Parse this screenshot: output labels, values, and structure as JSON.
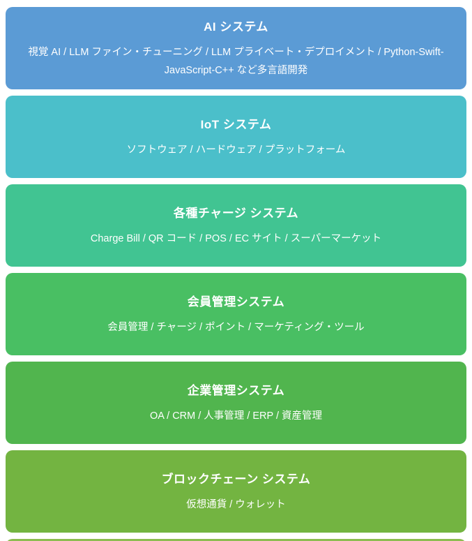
{
  "page": {
    "background": "#ffffff",
    "text_color": "#ffffff"
  },
  "cards": [
    {
      "id": "ai-system",
      "title": "AI システム",
      "subtitle": "視覚 AI / LLM ファイン・チューニング / LLM プライベート・デプロイメント / Python-Swift-JavaScript-C++ など多言語開発",
      "color": "#5B9BD5"
    },
    {
      "id": "iot-system",
      "title": "IoT システム",
      "subtitle": "ソフトウェア / ハードウェア / プラットフォーム",
      "color": "#4BBFCA"
    },
    {
      "id": "charge-system",
      "title": "各種チャージ システム",
      "subtitle": "Charge Bill / QR コード / POS / EC サイト / スーパーマーケット",
      "color": "#41C492"
    },
    {
      "id": "membership-system",
      "title": "会員管理システム",
      "subtitle": "会員管理 / チャージ / ポイント / マーケティング・ツール",
      "color": "#49BF63"
    },
    {
      "id": "enterprise-system",
      "title": "企業管理システム",
      "subtitle": "OA / CRM / 人事管理 / ERP / 資産管理",
      "color": "#51B54E"
    },
    {
      "id": "blockchain-system",
      "title": "ブロックチェーン システム",
      "subtitle": "仮想通貨 / ウォレット",
      "color": "#73B441"
    }
  ],
  "partial_card": {
    "color": "#8CBC50"
  }
}
